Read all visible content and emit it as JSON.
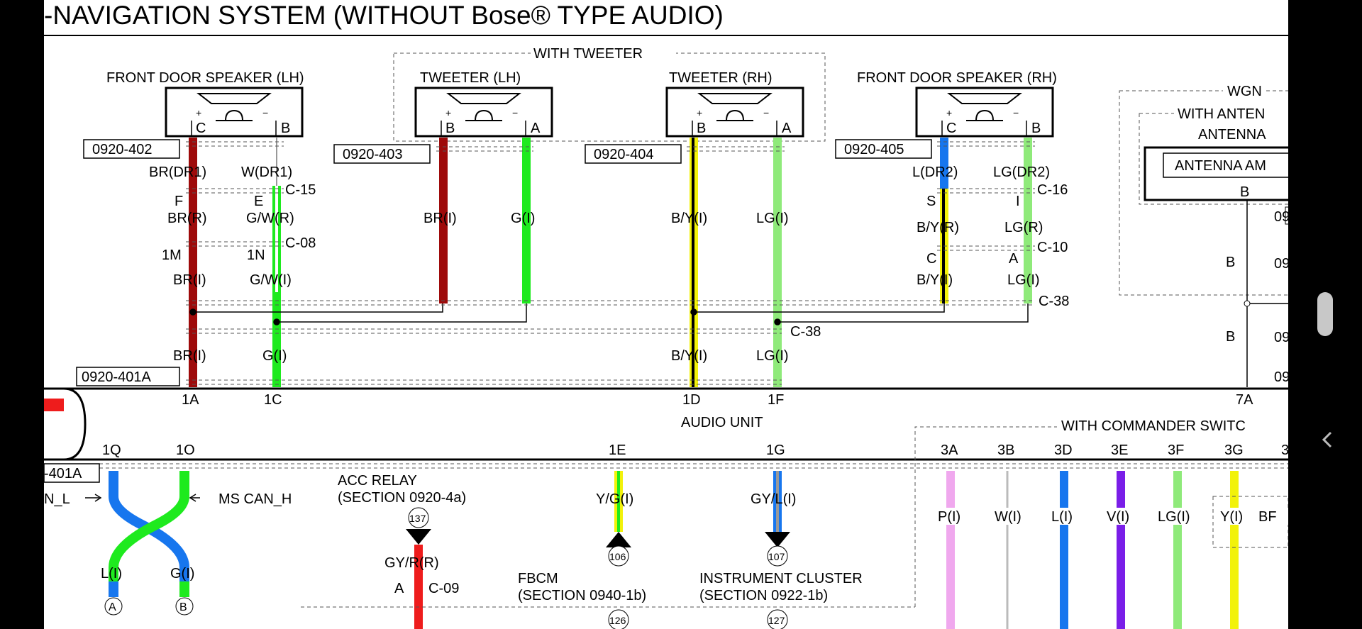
{
  "title": "-NAVIGATION SYSTEM (WITHOUT Bose® TYPE AUDIO)",
  "with_tweeter_label": "WITH TWEETER",
  "components": {
    "front_door_lh": "FRONT DOOR SPEAKER (LH)",
    "tweeter_lh": "TWEETER (LH)",
    "tweeter_rh": "TWEETER (RH)",
    "front_door_rh": "FRONT DOOR SPEAKER (RH)",
    "audio_unit": "AUDIO UNIT",
    "acc_relay": "ACC RELAY",
    "acc_relay_ref": "(SECTION 0920-4a)",
    "fbcm": "FBCM",
    "fbcm_ref": "(SECTION 0940-1b)",
    "instrument_cluster": "INSTRUMENT CLUSTER",
    "instrument_cluster_ref": "(SECTION 0922-1b)",
    "wgn": "WGN",
    "with_antenna": "WITH ANTEN",
    "antenna": "ANTENNA",
    "antenna_amp": "ANTENNA AM",
    "with_commander": "WITH COMMANDER SWITC"
  },
  "connectors": {
    "c402": "0920-402",
    "c403": "0920-403",
    "c404": "0920-404",
    "c405": "0920-405",
    "c401a": "0920-401A",
    "c401a_partial": "-401A",
    "c09": "09",
    "c15": "C-15",
    "c08": "C-08",
    "c38": "C-38",
    "c16": "C-16",
    "c10": "C-10",
    "c09b": "C-09"
  },
  "pins": {
    "lh_c": "C",
    "lh_b": "B",
    "tlh_b": "B",
    "tlh_a": "A",
    "trh_b": "B",
    "trh_a": "A",
    "rh_c": "C",
    "rh_b": "B",
    "f": "F",
    "e": "E",
    "m1": "1M",
    "n1": "1N",
    "s": "S",
    "i": "I",
    "c": "C",
    "a": "A",
    "a1": "1A",
    "c1": "1C",
    "d1": "1D",
    "f1": "1F",
    "a7": "7A",
    "q1": "1Q",
    "o1": "1O",
    "e1": "1E",
    "g1": "1G",
    "a3": "3A",
    "b3": "3B",
    "d3": "3D",
    "e3": "3E",
    "f3": "3F",
    "g3": "3G",
    "h3": "3",
    "ant_b": "B",
    "b": "B",
    "acc_a": "A"
  },
  "wires": {
    "br_dr1": "BR(DR1)",
    "w_dr1": "W(DR1)",
    "br_r": "BR(R)",
    "gw_r": "G/W(R)",
    "br_i": "BR(I)",
    "gw_i": "G/W(I)",
    "g_i": "G(I)",
    "by_i": "B/Y(I)",
    "lg_i": "LG(I)",
    "l_dr2": "L(DR2)",
    "lg_dr2": "LG(DR2)",
    "by_r": "B/Y(R)",
    "lg_r": "LG(R)",
    "l_i": "L(I)",
    "yg_i": "Y/G(I)",
    "gyl_i": "GY/L(I)",
    "gyr_r": "GY/R(R)",
    "p_i": "P(I)",
    "w_i": "W(I)",
    "v_i": "V(I)",
    "y_i": "Y(I)",
    "bf": "BF",
    "ms_can_h": "MS CAN_H",
    "ms_can_l": "N_L"
  },
  "refs": {
    "r137": "137",
    "r106": "106",
    "r107": "107",
    "r126": "126",
    "r127": "127",
    "ra": "A",
    "rb": "B"
  },
  "colors": {
    "brown": "#9e0a0a",
    "green": "#1eea1e",
    "light_green": "#8fea7a",
    "yellow": "#f2f20a",
    "blue": "#1776ee",
    "violet": "#7a1ee8",
    "pink": "#f0a8ee",
    "red": "#ee1c1c"
  },
  "icons": [
    "speaker-icon",
    "ground-triangle-icon",
    "scroll-thumb-icon",
    "back-chevron-icon"
  ]
}
